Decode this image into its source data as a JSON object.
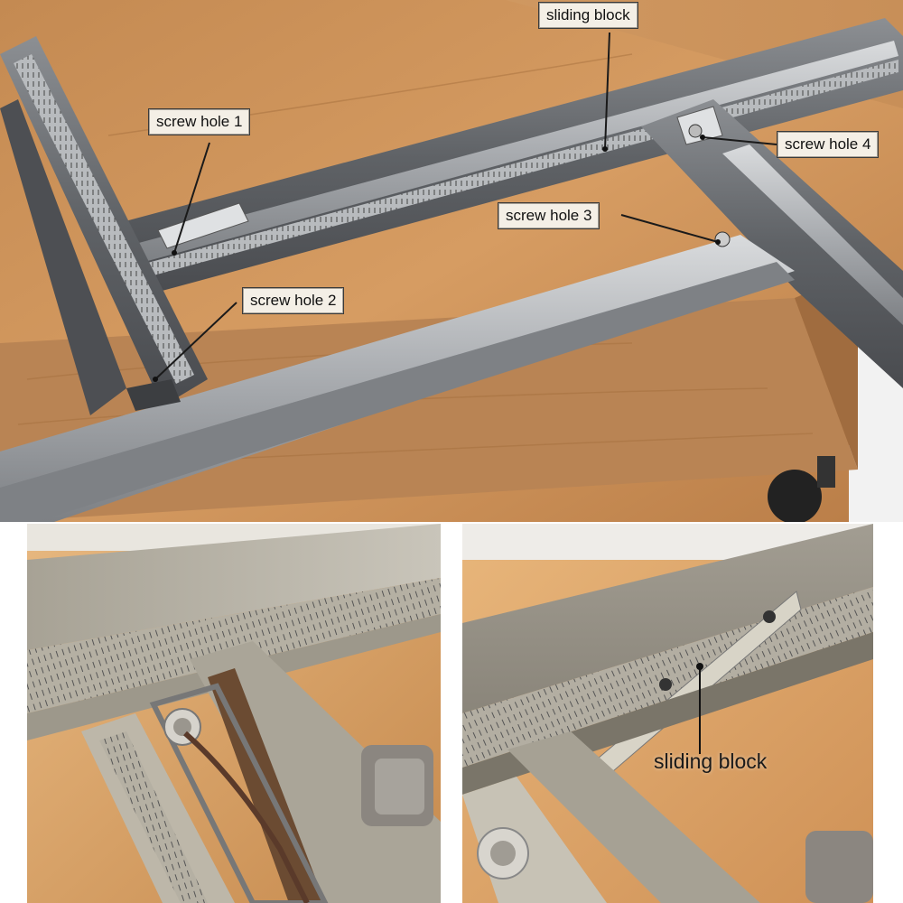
{
  "top_photo": {
    "callouts": {
      "sliding_block": "sliding block",
      "screw_hole_1": "screw hole 1",
      "screw_hole_2": "screw hole 2",
      "screw_hole_3": "screw hole 3",
      "screw_hole_4": "screw hole 4"
    }
  },
  "bottom_right_photo": {
    "label": "sliding block"
  }
}
